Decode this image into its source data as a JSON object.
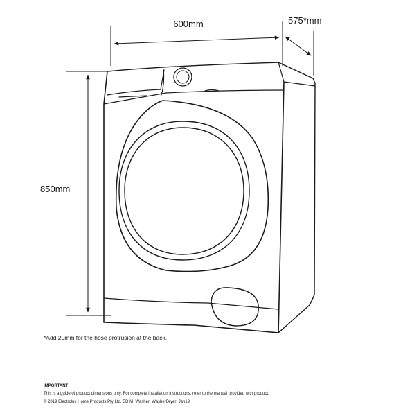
{
  "dimensions": {
    "width": "600mm",
    "depth": "575*mm",
    "height": "850mm"
  },
  "note": "*Add 20mm for the hose protrusion at the back.",
  "footer": {
    "heading": "IMPORTANT",
    "disclaimer": "This is a guide of product dimensions only. For complete installation instructions, refer to the manual provided with product.",
    "copyright": "© 2019 Electrolux Home Products Pty Ltd. EDIM_Washer_WasherDryer_Jan19"
  }
}
